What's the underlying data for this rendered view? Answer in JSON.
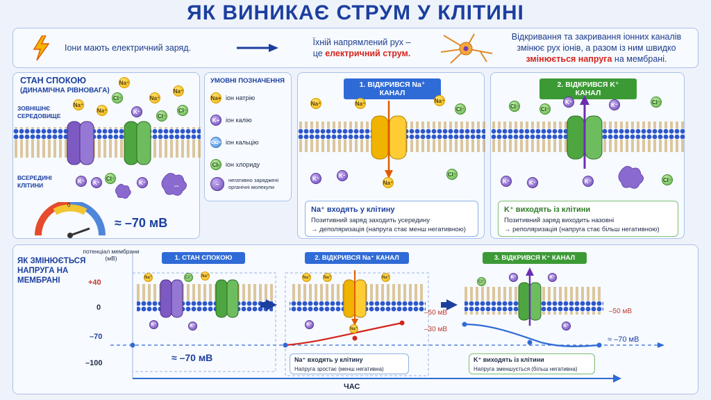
{
  "title": "ЯК ВИНИКАЄ СТРУМ У КЛІТИНІ",
  "intro": {
    "part1": "Іони мають електричний заряд.",
    "part2_line1": "Їхній напрямлений рух –",
    "part2_prefix": "це ",
    "part2_highlight": "електричний струм.",
    "part3_line1": "Відкривання та закривання іонних каналів",
    "part3_line2": "змінює рух іонів, а разом із ним швидко",
    "part3_highlight": "змінюється напруга",
    "part3_suffix": " на мембрані."
  },
  "rest": {
    "title": "СТАН СПОКОЮ",
    "subtitle": "(ДИНАМІЧНА РІВНОВАГА)",
    "outside_label": "ЗОВНІШНЄ СЕРЕДОВИЩЕ",
    "inside_label": "ВСЕРЕДИНІ КЛІТИНИ",
    "gauge_zero": "0",
    "voltage": "≈ –70 мВ"
  },
  "legend": {
    "title": "УМОВНІ ПОЗНАЧЕННЯ",
    "items": [
      {
        "symbol": "Na+",
        "label": "іон натрію"
      },
      {
        "symbol": "K+",
        "label": "іон калію"
      },
      {
        "symbol": "Ca2+",
        "label": "іон кальцію"
      },
      {
        "symbol": "Cl-",
        "label": "іон хлориду"
      },
      {
        "symbol": "–",
        "label": "негативно заряджені органічні молекули"
      }
    ]
  },
  "na_panel": {
    "header": "1. ВІДКРИВСЯ Na⁺ КАНАЛ",
    "box_title": "Na⁺ входять у клітину",
    "box_line1": "Позитивний заряд заходить усередину",
    "box_line2": "→ деполяризація (напруга стає менш негативною)"
  },
  "k_panel": {
    "header": "2. ВІДКРИВСЯ K⁺ КАНАЛ",
    "box_title": "K⁺ виходять із клітини",
    "box_line1": "Позитивний заряд виходить назовні",
    "box_line2": "→ реполяризація (напруга стає більш негативною)"
  },
  "bottom": {
    "side_title": "ЯК ЗМІНЮЄТЬСЯ НАПРУГА НА МЕМБРАНІ",
    "axis_title": "потенціал мембрани (мВ)",
    "ticks": [
      "+40",
      "0",
      "–70",
      "–100"
    ],
    "time_label": "ЧАС",
    "stage1": "1. СТАН СПОКОЮ",
    "stage2": "2. ВІДКРИВСЯ Na⁺ КАНАЛ",
    "stage3": "3. ВІДКРИВСЯ K⁺ КАНАЛ",
    "stage1_voltage": "≈ –70 мВ",
    "stage2_v1": "–50 мВ",
    "stage2_v2": "–30 мВ",
    "stage3_v1": "–50 мВ",
    "stage3_v2": "≈ –70 мВ",
    "stage2_box_title": "Na⁺ входять у клітину",
    "stage2_box_line": "Напруга зростає (менш негативна)",
    "stage3_box_title": "K⁺ виходять із клітини",
    "stage3_box_line": "Напруга зменшується (більш негативна)"
  },
  "colors": {
    "title": "#1c3f9e",
    "accent_red": "#d4241c",
    "na": "#f0b300",
    "k": "#6b47b8",
    "cl": "#5bb042",
    "membrane": "#c9a25c"
  }
}
